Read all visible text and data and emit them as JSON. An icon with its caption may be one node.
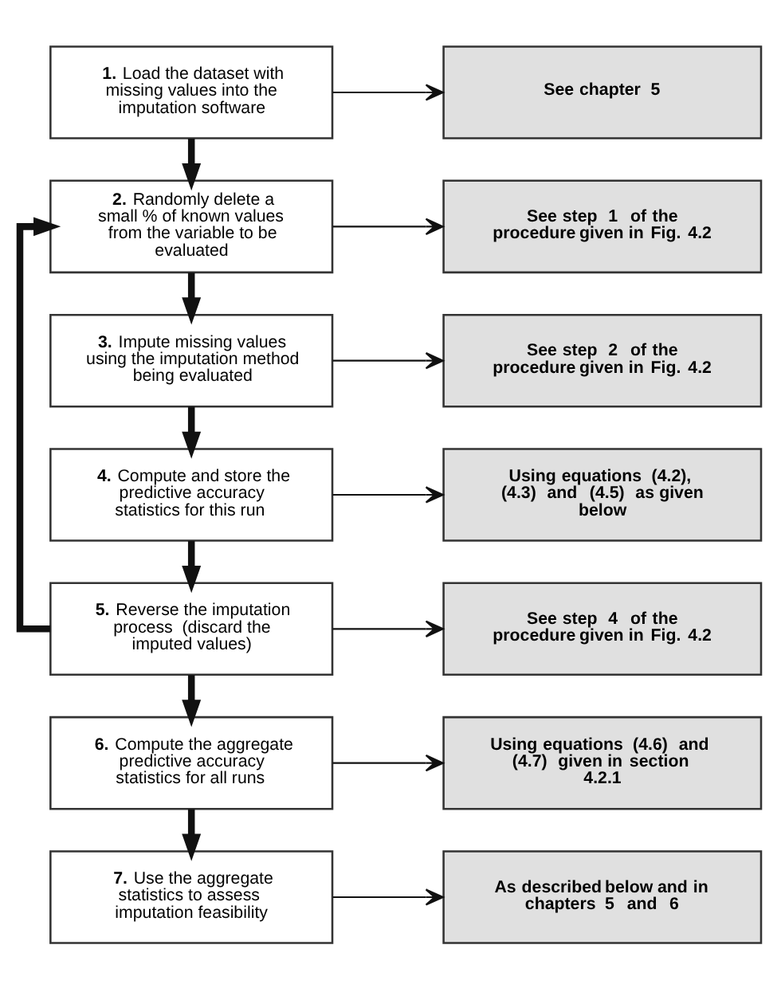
{
  "diagram": {
    "nodes": [
      {
        "text": [
          "**1.** Load the dataset with missing values into the imputation software"
        ]
      },
      {
        "text": [
          "See chapter  5"
        ]
      },
      {
        "text": [
          "**2.** Randomly delete a small % of known values from the variable to be evaluated"
        ]
      },
      {
        "text": [
          "See step  1  of the procedure given in Fig. 4.2"
        ]
      },
      {
        "text": [
          "**3.** Impute missing values using the imputation method being evaluated"
        ]
      },
      {
        "text": [
          "See step  2  of the procedure given in Fig. 4.2"
        ]
      },
      {
        "text": [
          "**4.** Compute and store the predictive accuracy statistics for this run"
        ]
      },
      {
        "text": [
          "Using equations  (4.2),  (4.3)  and  (4.5)  as given below"
        ]
      },
      {
        "text": [
          "**5.** Reverse the imputation process  (discard the imputed values)"
        ]
      },
      {
        "text": [
          "See step  4  of the procedure given in Fig. 4.2"
        ]
      },
      {
        "text": [
          "**6.** Compute the aggregate predictive accuracy statistics for all runs"
        ]
      },
      {
        "text": [
          "Using equations  (4.6)  and  (4.7)  given in section  4.2.1"
        ]
      },
      {
        "text": [
          "**7.** Use the aggregate statistics to assess imputation feasibility"
        ]
      },
      {
        "text": [
          "As described below and in chapters  5  and  6"
        ]
      }
    ],
    "edges": [
      {
        "from": 0,
        "to": 1,
        "arrow": "to"
      },
      {
        "from": 0,
        "to": 2,
        "arrow": "to",
        "style": "thick"
      },
      {
        "from": 2,
        "to": 3,
        "arrow": "to"
      },
      {
        "from": 2,
        "to": 4,
        "arrow": "to",
        "style": "thick"
      },
      {
        "from": 4,
        "to": 5,
        "arrow": "to"
      },
      {
        "from": 4,
        "to": 6,
        "arrow": "to",
        "style": "thick"
      },
      {
        "from": 6,
        "to": 7,
        "arrow": "to"
      },
      {
        "from": 6,
        "to": 8,
        "arrow": "to",
        "style": "thick"
      },
      {
        "from": 8,
        "to": 9,
        "arrow": "to"
      },
      {
        "from": 8,
        "to": 2,
        "arrow": "to",
        "style": "thick"
      },
      {
        "from": 8,
        "to": 10,
        "arrow": "to",
        "style": "thick"
      },
      {
        "from": 10,
        "to": 11,
        "arrow": "to"
      },
      {
        "from": 10,
        "to": 12,
        "arrow": "to",
        "style": "thick"
      },
      {
        "from": 12,
        "to": 13,
        "arrow": "to"
      }
    ]
  }
}
